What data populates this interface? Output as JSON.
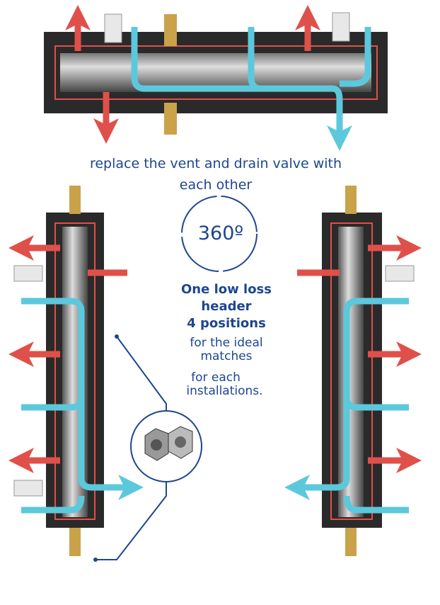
{
  "caption": {
    "line1": "replace the vent and drain valve with",
    "line2": "each other"
  },
  "rotation_label": "360º",
  "headline": {
    "line1": "One low loss",
    "line2": "header",
    "line3": "4 positions"
  },
  "description": {
    "line1": "for the ideal",
    "line2": "matches",
    "line3": "for each",
    "line4": "installations."
  },
  "colors": {
    "text": "#1d4690",
    "hot": "#e0504a",
    "cold": "#5cc8dc",
    "insulation": "#2a2a2a"
  }
}
